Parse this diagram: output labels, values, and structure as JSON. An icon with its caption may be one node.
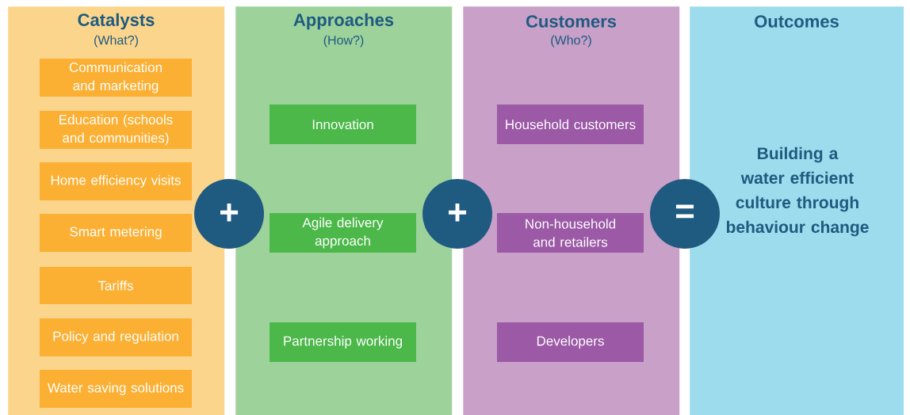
{
  "diagram": {
    "nodes": [
      {
        "text": [
          "Catalysts",
          "(What?)"
        ]
      },
      {
        "text": [
          "Communication and marketing"
        ],
        "in": 0
      },
      {
        "text": [
          "Education (schools and communities)"
        ],
        "in": 0
      },
      {
        "text": [
          "Home efficiency visits"
        ],
        "in": 0
      },
      {
        "text": [
          "Smart metering"
        ],
        "in": 0
      },
      {
        "text": [
          "Tariffs"
        ],
        "in": 0
      },
      {
        "text": [
          "Policy and regulation"
        ],
        "in": 0
      },
      {
        "text": [
          "Water saving solutions"
        ],
        "in": 0
      },
      {
        "text": [
          "Approaches",
          "(How?)"
        ]
      },
      {
        "text": [
          "Innovation"
        ],
        "in": 8
      },
      {
        "text": [
          "Agile delivery approach"
        ],
        "in": 8
      },
      {
        "text": [
          "Partnership working"
        ],
        "in": 8
      },
      {
        "text": [
          "Customers",
          "(Who?)"
        ]
      },
      {
        "text": [
          "Household customers"
        ],
        "in": 12
      },
      {
        "text": [
          "Non-household and retailers"
        ],
        "in": 12
      },
      {
        "text": [
          "Developers"
        ],
        "in": 12
      },
      {
        "text": [
          "Outcomes",
          "Building a water efficient culture through behaviour change"
        ]
      },
      {
        "text": [
          "+"
        ]
      },
      {
        "text": [
          "+"
        ]
      },
      {
        "text": [
          "="
        ]
      }
    ]
  }
}
